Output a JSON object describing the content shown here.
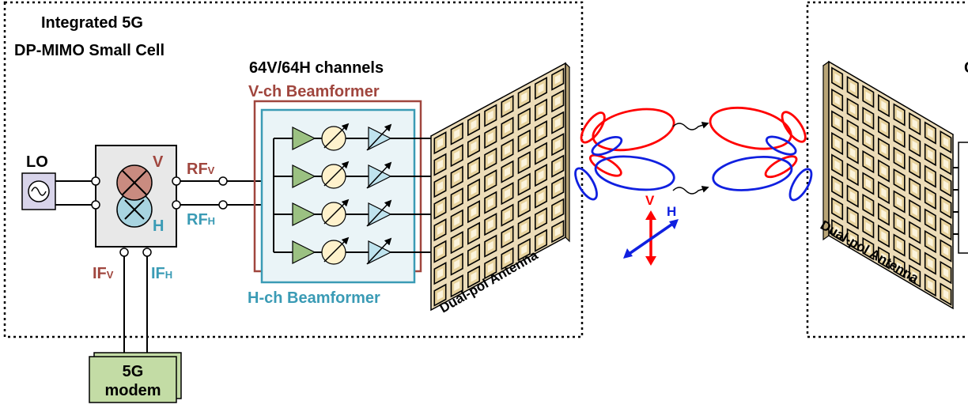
{
  "cell_title_line1": "Integrated 5G",
  "cell_title_line2": "DP-MIMO Small Cell",
  "channels_label": "64V/64H channels",
  "v_beamformer_label": "V-ch Beamformer",
  "h_beamformer_label": "H-ch Beamformer",
  "lo_label": "LO",
  "mixer_v_label": "V",
  "mixer_h_label": "H",
  "rf_v": {
    "main": "RF",
    "sub": "V"
  },
  "rf_h": {
    "main": "RF",
    "sub": "H"
  },
  "if_v": {
    "main": "IF",
    "sub": "V"
  },
  "if_h": {
    "main": "IF",
    "sub": "H"
  },
  "modem_line1": "5G",
  "modem_line2": "modem",
  "antenna_label": "Dual-pol Antenna",
  "antenna_label_right": "Dual-pol Antenna",
  "pol_v_label": "V",
  "pol_h_label": "H",
  "colors": {
    "v_channel": "#a0463e",
    "h_channel": "#3a9bb5",
    "v_beam": "#ff0000",
    "h_beam": "#1020e0",
    "amp_green": "#9bc182",
    "amp_blue": "#bfe3ee",
    "phase_fill": "#fff2cc",
    "panel_fill": "#ecdcb8",
    "modem_fill": "#c3dca5"
  }
}
